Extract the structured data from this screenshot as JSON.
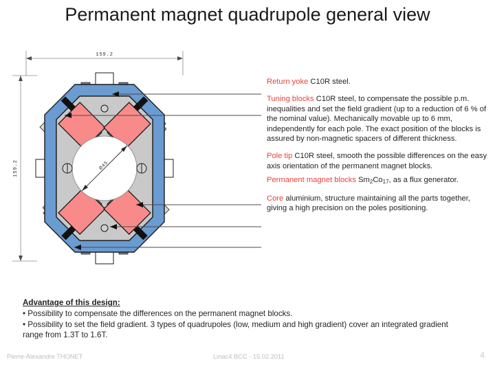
{
  "slide": {
    "title": "Permanent magnet quadrupole general view",
    "background": "#ffffff",
    "accent_red": "#e8413c"
  },
  "drawing": {
    "name": "permanent-magnet-quadrupole-cross-section",
    "dimensions": {
      "width_label": "159.2",
      "height_label": "159.2",
      "bore_label": "Ø45"
    },
    "colors": {
      "return_yoke": "#6a9bd1",
      "pole_tip": "#8fb0d8",
      "permanent_magnet": "#f98a8a",
      "core": "#c9c9c9",
      "tuning_block": "#b5b5b5",
      "outline": "#1a1a1a"
    },
    "parts": [
      "return yoke",
      "tuning blocks",
      "pole tip",
      "permanent magnet blocks",
      "core"
    ]
  },
  "annotations": [
    {
      "id": "return-yoke",
      "label": "Return yoke",
      "text": " C10R steel."
    },
    {
      "id": "tuning-blocks",
      "label": "Tuning blocks",
      "text": " C10R steel, to compensate the possible p.m. inequalities and set the field gradient (up to a reduction of 6 % of the nominal value). Mechanically movable up to 6 mm, independently for each pole. The exact position of the blocks is assured by non-magnetic spacers of different thickness."
    },
    {
      "id": "pole-tip",
      "label": "Pole tip",
      "text": " C10R steel, smooth the possible differences on the easy axis orientation of the permanent magnet blocks."
    },
    {
      "id": "permanent-magnet-blocks",
      "label": "Permanent magnet blocks",
      "text_before": " Sm",
      "sub1": "2",
      "text_mid": "Co",
      "sub2": "17",
      "text_after": ", as a flux generator."
    },
    {
      "id": "core",
      "label": "Core",
      "text": " aluminium, structure maintaining all the parts together, giving a high precision on the poles positioning."
    }
  ],
  "advantage": {
    "title": "Advantage of this design:",
    "bullets": [
      "• Possibility to compensate the differences on the permanent magnet blocks.",
      "• Possibility to set the field gradient. 3 types of quadrupoles (low, medium and high gradient) cover an integrated gradient range from 1.3T to 1.6T."
    ]
  },
  "footer": {
    "author": "Pierre-Alexandre THONET",
    "event": "Linac4 BCC - 15.02.2011",
    "page": "4"
  }
}
